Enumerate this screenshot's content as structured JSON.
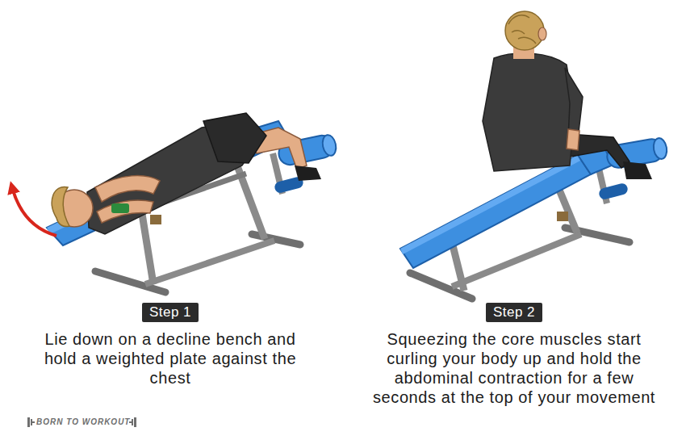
{
  "diagram": {
    "nodes": [
      {
        "text": [
          "Step 1",
          "Lie down on a decline bench and hold a weighted plate against the chest"
        ]
      },
      {
        "text": [
          "Step 2",
          "Squeezing the core muscles start curling your body up and hold the abdominal contraction for a few seconds at the top of your movement"
        ]
      }
    ],
    "labels": [
      "BORN TO WORKOUT"
    ]
  }
}
